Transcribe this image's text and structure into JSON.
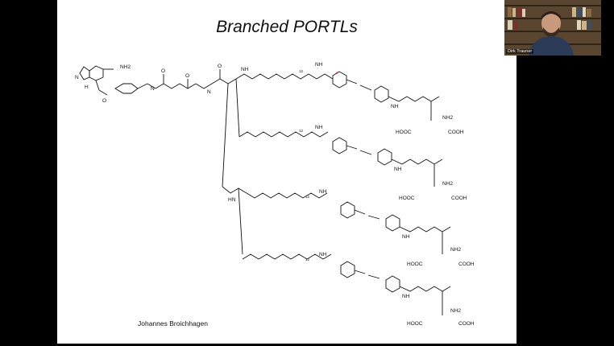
{
  "slide": {
    "title": "Branched PORTLs",
    "author": "Johannes Broichhagen"
  },
  "molecule": {
    "atoms": {
      "nh2": "NH2",
      "n": "N",
      "h": "H",
      "o": "O",
      "nh": "NH",
      "hn": "HN",
      "cooh": "COOH",
      "hooc": "HOOC",
      "peg_repeat": "12",
      "asterisk": "*"
    }
  },
  "webcam": {
    "participant_name": "Dirk Trauner"
  }
}
